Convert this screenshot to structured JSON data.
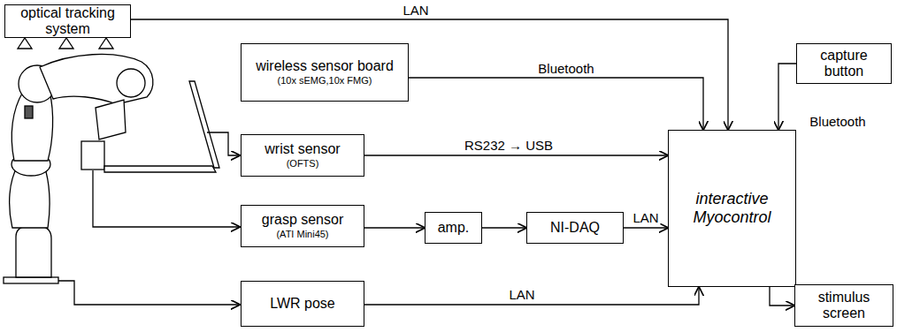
{
  "diagram": {
    "nodes": [
      {
        "text": [
          "optical tracking system"
        ]
      },
      {
        "text": [
          "wireless sensor board",
          "(10x sEMG,10x FMG)"
        ]
      },
      {
        "text": [
          "capture button"
        ]
      },
      {
        "text": [
          "wrist sensor",
          "(OFTS)"
        ]
      },
      {
        "text": [
          "interactive Myocontrol"
        ]
      },
      {
        "text": [
          "grasp sensor",
          "(ATI Mini45)"
        ]
      },
      {
        "text": [
          "amp."
        ]
      },
      {
        "text": [
          "NI-DAQ"
        ]
      },
      {
        "text": [
          "LWR pose"
        ]
      },
      {
        "text": [
          "stimulus screen"
        ]
      }
    ],
    "edges": [
      {
        "from": 0,
        "to": 4,
        "arrow": "to",
        "label": "LAN"
      },
      {
        "from": 1,
        "to": 4,
        "arrow": "to",
        "label": "Bluetooth"
      },
      {
        "from": 2,
        "to": 4,
        "arrow": "to",
        "label": "Bluetooth"
      },
      {
        "from": 3,
        "to": 4,
        "arrow": "to",
        "label": "RS232 → USB"
      },
      {
        "from": 5,
        "to": 6,
        "arrow": "to"
      },
      {
        "from": 6,
        "to": 7,
        "arrow": "to"
      },
      {
        "from": 7,
        "to": 4,
        "arrow": "to",
        "label": "LAN"
      },
      {
        "from": 8,
        "to": 4,
        "arrow": "to",
        "label": "LAN"
      },
      {
        "from": 4,
        "to": 9,
        "arrow": "to"
      }
    ]
  }
}
